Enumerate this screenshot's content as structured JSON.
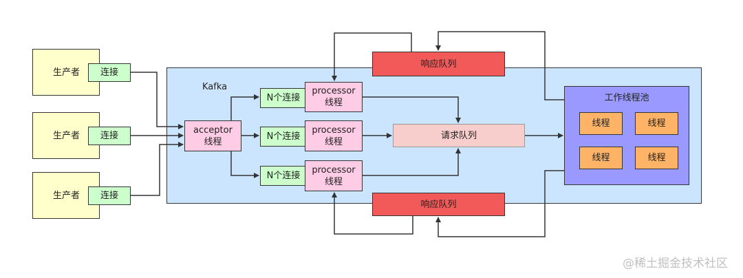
{
  "kafka_label": "Kafka",
  "producers": [
    {
      "label": "生产者",
      "conn_label": "连接"
    },
    {
      "label": "生产者",
      "conn_label": "连接"
    },
    {
      "label": "生产者",
      "conn_label": "连接"
    }
  ],
  "acceptor": {
    "line1": "acceptor",
    "line2": "线程"
  },
  "processors": [
    {
      "conn_label": "N个连接",
      "line1": "processor",
      "line2": "线程"
    },
    {
      "conn_label": "N个连接",
      "line1": "processor",
      "line2": "线程"
    },
    {
      "conn_label": "N个连接",
      "line1": "processor",
      "line2": "线程"
    }
  ],
  "request_queue": "请求队列",
  "response_queue_top": "响应队列",
  "response_queue_bottom": "响应队列",
  "worker_pool": {
    "title": "工作线程池",
    "threads": [
      "线程",
      "线程",
      "线程",
      "线程"
    ]
  },
  "watermark": "@稀土掘金技术社区"
}
